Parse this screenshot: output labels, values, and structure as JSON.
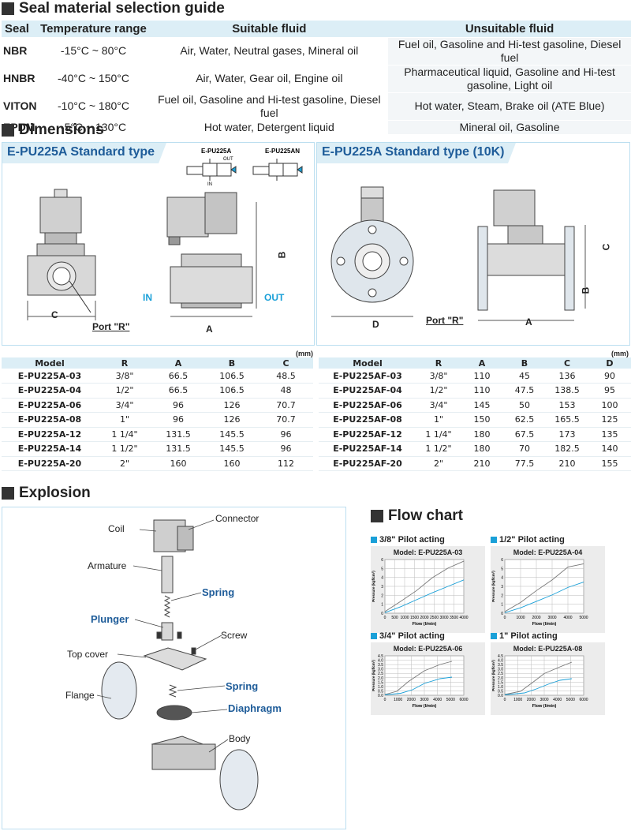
{
  "seal_section": {
    "title": "Seal material selection guide",
    "headers": [
      "Seal",
      "Temperature range",
      "Suitable fluid",
      "Unsuitable fluid"
    ],
    "rows": [
      {
        "seal": "NBR",
        "temp": "-15°C ~ 80°C",
        "suitable": "Air, Water, Neutral gases, Mineral oil",
        "unsuitable": "Fuel oil, Gasoline and Hi-test gasoline, Diesel fuel"
      },
      {
        "seal": "HNBR",
        "temp": "-40°C ~ 150°C",
        "suitable": "Air, Water, Gear oil, Engine oil",
        "unsuitable": "Pharmaceutical liquid, Gasoline and Hi-test gasoline, Light oil"
      },
      {
        "seal": "VITON",
        "temp": "-10°C ~ 180°C",
        "suitable": "Fuel oil, Gasoline and Hi-test gasoline, Diesel fuel",
        "unsuitable": "Hot water, Steam, Brake oil (ATE Blue)"
      },
      {
        "seal": "EPDM",
        "temp": "-5°C ~ 130°C",
        "suitable": "Hot water, Detergent liquid",
        "unsuitable": "Mineral oil, Gasoline"
      }
    ]
  },
  "dimensions": {
    "title": "Dimensions",
    "left_panel": {
      "title": "E-PU225A Standard type",
      "symbol_a": "E-PU225A",
      "symbol_an": "E-PU225AN",
      "out": "OUT",
      "in_small": "IN",
      "label_in": "IN",
      "label_out": "OUT",
      "port": "Port \"R\"",
      "dim_c": "C",
      "dim_a": "A",
      "dim_b": "B"
    },
    "right_panel": {
      "title": "E-PU225A Standard type (10K)",
      "port": "Port \"R\"",
      "dim_d": "D",
      "dim_a": "A",
      "dim_b": "B",
      "dim_c": "C"
    },
    "unit": "(mm)",
    "table_a": {
      "headers": [
        "Model",
        "R",
        "A",
        "B",
        "C"
      ],
      "rows": [
        [
          "E-PU225A-03",
          "3/8\"",
          "66.5",
          "106.5",
          "48.5"
        ],
        [
          "E-PU225A-04",
          "1/2\"",
          "66.5",
          "106.5",
          "48"
        ],
        [
          "E-PU225A-06",
          "3/4\"",
          "96",
          "126",
          "70.7"
        ],
        [
          "E-PU225A-08",
          "1\"",
          "96",
          "126",
          "70.7"
        ],
        [
          "E-PU225A-12",
          "1 1/4\"",
          "131.5",
          "145.5",
          "96"
        ],
        [
          "E-PU225A-14",
          "1 1/2\"",
          "131.5",
          "145.5",
          "96"
        ],
        [
          "E-PU225A-20",
          "2\"",
          "160",
          "160",
          "112"
        ]
      ]
    },
    "table_af": {
      "headers": [
        "Model",
        "R",
        "A",
        "B",
        "C",
        "D"
      ],
      "rows": [
        [
          "E-PU225AF-03",
          "3/8\"",
          "110",
          "45",
          "136",
          "90"
        ],
        [
          "E-PU225AF-04",
          "1/2\"",
          "110",
          "47.5",
          "138.5",
          "95"
        ],
        [
          "E-PU225AF-06",
          "3/4\"",
          "145",
          "50",
          "153",
          "100"
        ],
        [
          "E-PU225AF-08",
          "1\"",
          "150",
          "62.5",
          "165.5",
          "125"
        ],
        [
          "E-PU225AF-12",
          "1 1/4\"",
          "180",
          "67.5",
          "173",
          "135"
        ],
        [
          "E-PU225AF-14",
          "1 1/2\"",
          "180",
          "70",
          "182.5",
          "140"
        ],
        [
          "E-PU225AF-20",
          "2\"",
          "210",
          "77.5",
          "210",
          "155"
        ]
      ]
    }
  },
  "explosion": {
    "title": "Explosion",
    "labels": {
      "coil": "Coil",
      "connector": "Connector",
      "armature": "Armature",
      "spring1": "Spring",
      "plunger": "Plunger",
      "screw": "Screw",
      "top_cover": "Top cover",
      "spring2": "Spring",
      "flange": "Flange",
      "diaphragm": "Diaphragm",
      "body": "Body"
    }
  },
  "flow_chart": {
    "title": "Flow chart",
    "y_label": "Pressure (kgf/cm²)",
    "x_label": "Flow (l/min)",
    "line_colors": {
      "upper": "#777777",
      "lower": "#1aa0d8"
    },
    "charts": [
      {
        "title": "3/8\" Pilot acting",
        "model": "Model: E-PU225A-03",
        "xticks": [
          "0",
          "500",
          "1000",
          "1500",
          "2000",
          "2500",
          "3000",
          "3500",
          "4000"
        ],
        "yticks": [
          "0",
          "1",
          "2",
          "3",
          "4",
          "5",
          "6"
        ]
      },
      {
        "title": "1/2\" Pilot acting",
        "model": "Model: E-PU225A-04",
        "xticks": [
          "0",
          "1000",
          "2000",
          "3000",
          "4000",
          "5000"
        ],
        "yticks": [
          "0",
          "1",
          "2",
          "3",
          "4",
          "5",
          "6"
        ]
      },
      {
        "title": "3/4\" Pilot acting",
        "model": "Model: E-PU225A-06",
        "xticks": [
          "0",
          "1000",
          "2000",
          "3000",
          "4000",
          "5000",
          "6000"
        ],
        "yticks": [
          "0.0",
          "0.5",
          "1.0",
          "1.5",
          "2.0",
          "2.5",
          "3.0",
          "3.5",
          "4.0",
          "4.5"
        ]
      },
      {
        "title": "1\" Pilot acting",
        "model": "Model: E-PU225A-08",
        "xticks": [
          "0",
          "1000",
          "2000",
          "3000",
          "4000",
          "5000",
          "6000"
        ],
        "yticks": [
          "0.0",
          "0.5",
          "1.0",
          "1.5",
          "2.0",
          "2.5",
          "3.0",
          "3.5",
          "4.0",
          "4.5"
        ]
      }
    ]
  }
}
